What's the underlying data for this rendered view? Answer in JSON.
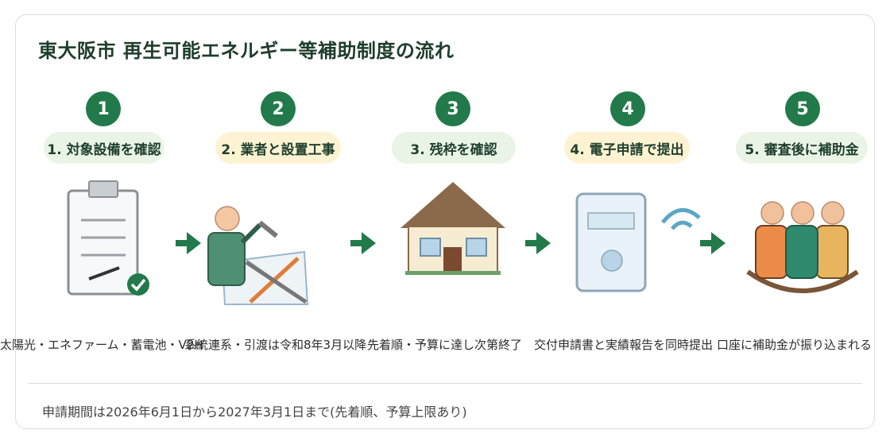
{
  "title": "東大阪市 再生可能エネルギー等補助制度の流れ",
  "steps": [
    {
      "number": "1",
      "label": "1. 対象設備を確認",
      "description": "太陽光・エネファーム・蓄電池・V2H"
    },
    {
      "number": "2",
      "label": "2. 業者と設置工事",
      "description": "系統連系・引渡は令和8年3月以降"
    },
    {
      "number": "3",
      "label": "3. 残枠を確認",
      "description": "先着順・予算に達し次第終了"
    },
    {
      "number": "4",
      "label": "4. 電子申請で提出",
      "description": "交付申請書と実績報告を同時提出"
    },
    {
      "number": "5",
      "label": "5. 審査後に補助金",
      "description": "口座に補助金が振り込まれる"
    }
  ],
  "footnote": "申請期間は2026年6月1日から2027年3月1日まで(先着順、予算上限あり)",
  "colors": {
    "accent": "#227a4a",
    "pill_green": "#eaf4e6",
    "pill_yellow": "#fdf3d2"
  }
}
